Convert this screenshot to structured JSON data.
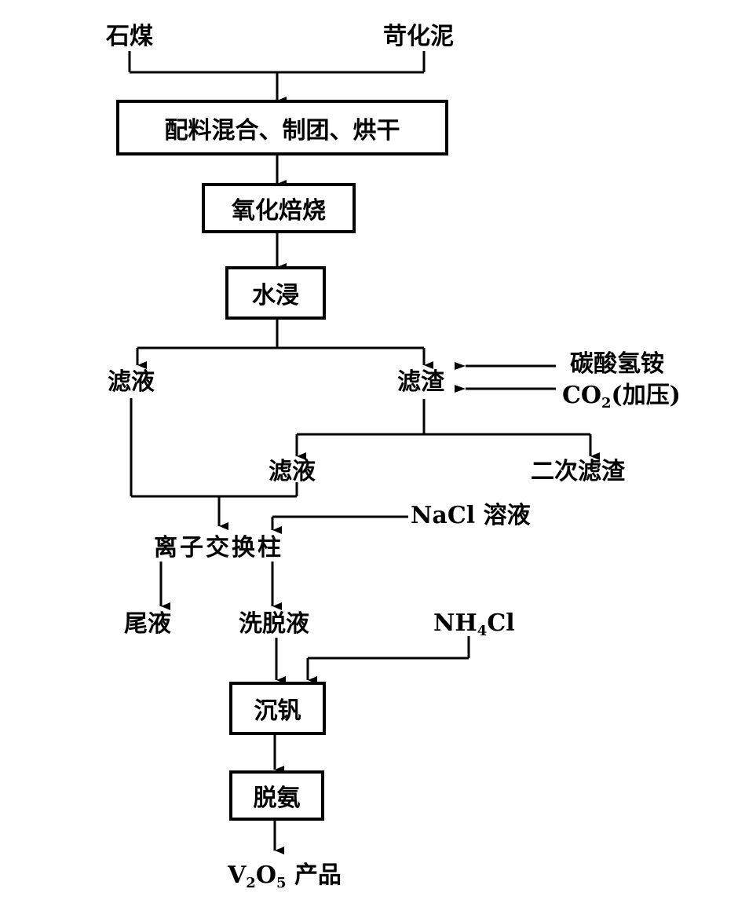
{
  "diagram": {
    "inputs": {
      "stone_coal": "石煤",
      "caustic_sludge": "苛化泥"
    },
    "steps": {
      "mix": "配料混合、制团、烘干",
      "roast": "氧化焙烧",
      "leach": "水浸",
      "precipitate": "沉钒",
      "deammoniate": "脱氨"
    },
    "nodes": {
      "filtrate_1": "滤液",
      "residue_1": "滤渣",
      "filtrate_2": "滤液",
      "secondary_residue": "二次滤渣",
      "ion_exchange_column": "离子交换柱",
      "tail_liquid": "尾液",
      "eluate": "洗脱液"
    },
    "reagents": {
      "ammonium_bicarbonate": "碳酸氢铵",
      "co2_main": "CO",
      "co2_sub": "2",
      "co2_note": "(加压)",
      "nacl_formula": "NaCl",
      "nacl_word": "溶液",
      "nh4cl_pre": "NH",
      "nh4cl_sub": "4",
      "nh4cl_post": "Cl"
    },
    "product": {
      "v": "V",
      "sub1": "2",
      "o": "O",
      "sub2": "5",
      "label": "产品"
    }
  }
}
